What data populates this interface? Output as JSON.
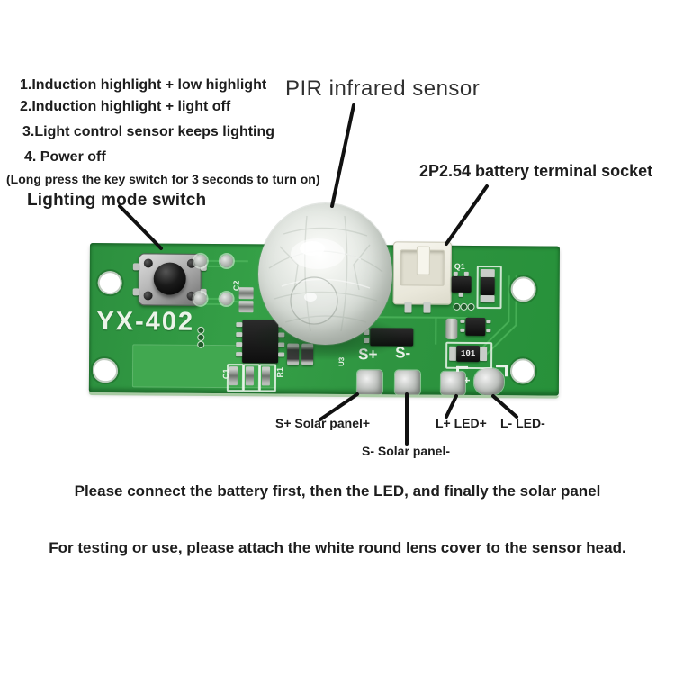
{
  "annotations": {
    "modes": [
      "1.Induction highlight + low highlight",
      "2.Induction highlight + light off",
      "3.Light control sensor keeps lighting",
      "4. Power off"
    ],
    "long_press_note": "(Long press the key switch for 3 seconds to turn on)",
    "switch_label": "Lighting mode switch",
    "pir_label": "PIR infrared sensor",
    "battery_label": "2P2.54 battery terminal socket",
    "pad_s_plus": "S+ Solar panel+",
    "pad_s_minus": "S- Solar panel-",
    "pad_l_plus": "L+ LED+",
    "pad_l_minus": "L- LED-"
  },
  "instructions": {
    "line1": "Please connect the battery first, then the LED, and finally the solar panel",
    "line2": "For testing or use, please attach the white round lens cover to the sensor head."
  },
  "board": {
    "model": "YX-402",
    "silkscreen": {
      "c2": "C2",
      "c1": "C1",
      "r1": "R1",
      "q1": "Q1",
      "u3": "U3",
      "s_plus": "S+",
      "s_minus": "S-",
      "plus": "+",
      "resistor_code": "101"
    }
  },
  "colors": {
    "pcb_green": "#2e9340",
    "pcb_green_dark": "#1e7030",
    "pcb_green_light": "#45ab52",
    "silkscreen_white": "#e9f2e9",
    "annotation_text": "#1d1d1d",
    "leader_line": "#111111",
    "dome_gray": "#dfe3de",
    "socket_white": "#efeee6"
  }
}
